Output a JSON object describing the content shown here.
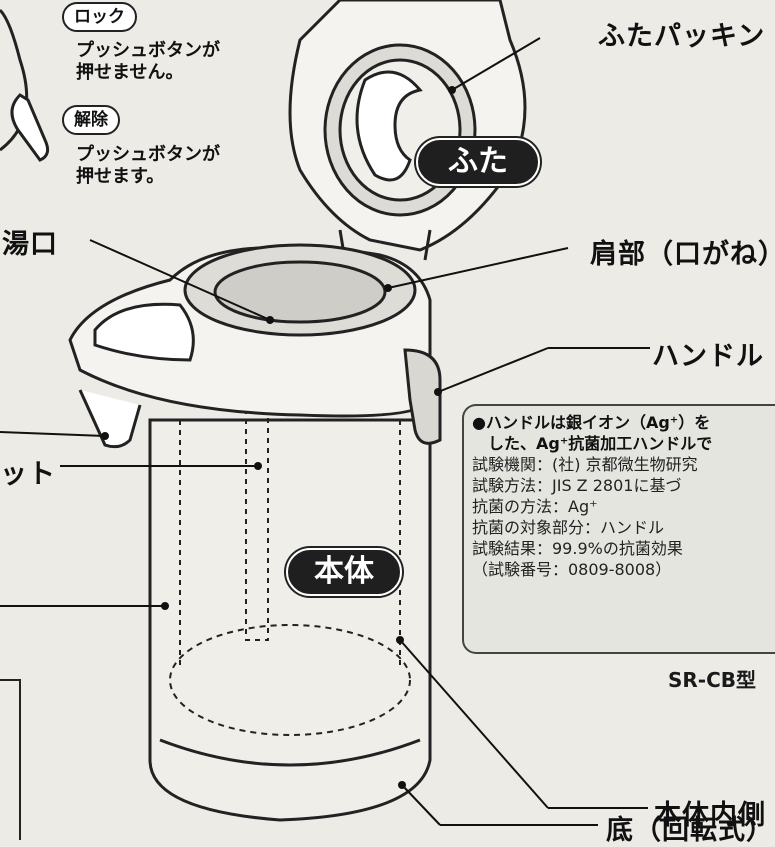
{
  "lock_panel": {
    "lock_label": "ロック",
    "lock_desc": [
      "プッシュボタンが",
      "押せません。"
    ],
    "release_label": "解除",
    "release_desc": [
      "プッシュボタンが",
      "押せます。"
    ]
  },
  "labels": {
    "lid_packing": "ふたパッキン",
    "lid": "ふた",
    "spout": "湯口",
    "shoulder": "肩部（口がね）",
    "handle": "ハンドル",
    "pipe_fragment": "ット",
    "body": "本体",
    "model": "SR-CB型",
    "body_inside": "本体内側",
    "bottom": "底（回転式）"
  },
  "info_box": {
    "lines": [
      "●ハンドルは銀イオン（Ag⁺）を",
      "　した、Ag⁺抗菌加工ハンドルで",
      "試験機関：(社) 京都微生物研究",
      "試験方法：JIS Z 2801に基づ",
      "抗菌の方法：Ag⁺",
      "抗菌の対象部分：ハンドル",
      "試験結果：99.9%の抗菌効果",
      "（試験番号：0809-8008）"
    ]
  },
  "colors": {
    "background": "#ecebe6",
    "line": "#222222",
    "pill_dark": "#1f1f1f"
  }
}
